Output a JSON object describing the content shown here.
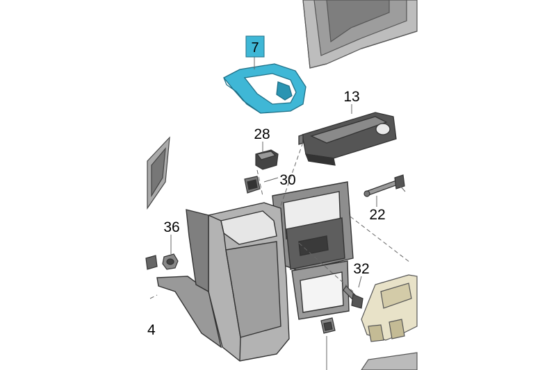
{
  "diagram": {
    "highlight_color": "#3fb7d6",
    "callouts": [
      {
        "id": "p7",
        "label": "7",
        "highlighted": true
      },
      {
        "id": "p13",
        "label": "13"
      },
      {
        "id": "p28",
        "label": "28"
      },
      {
        "id": "p30",
        "label": "30"
      },
      {
        "id": "p36",
        "label": "36"
      },
      {
        "id": "p22",
        "label": "22"
      },
      {
        "id": "p32",
        "label": "32"
      },
      {
        "id": "p4",
        "label": "4"
      }
    ]
  }
}
